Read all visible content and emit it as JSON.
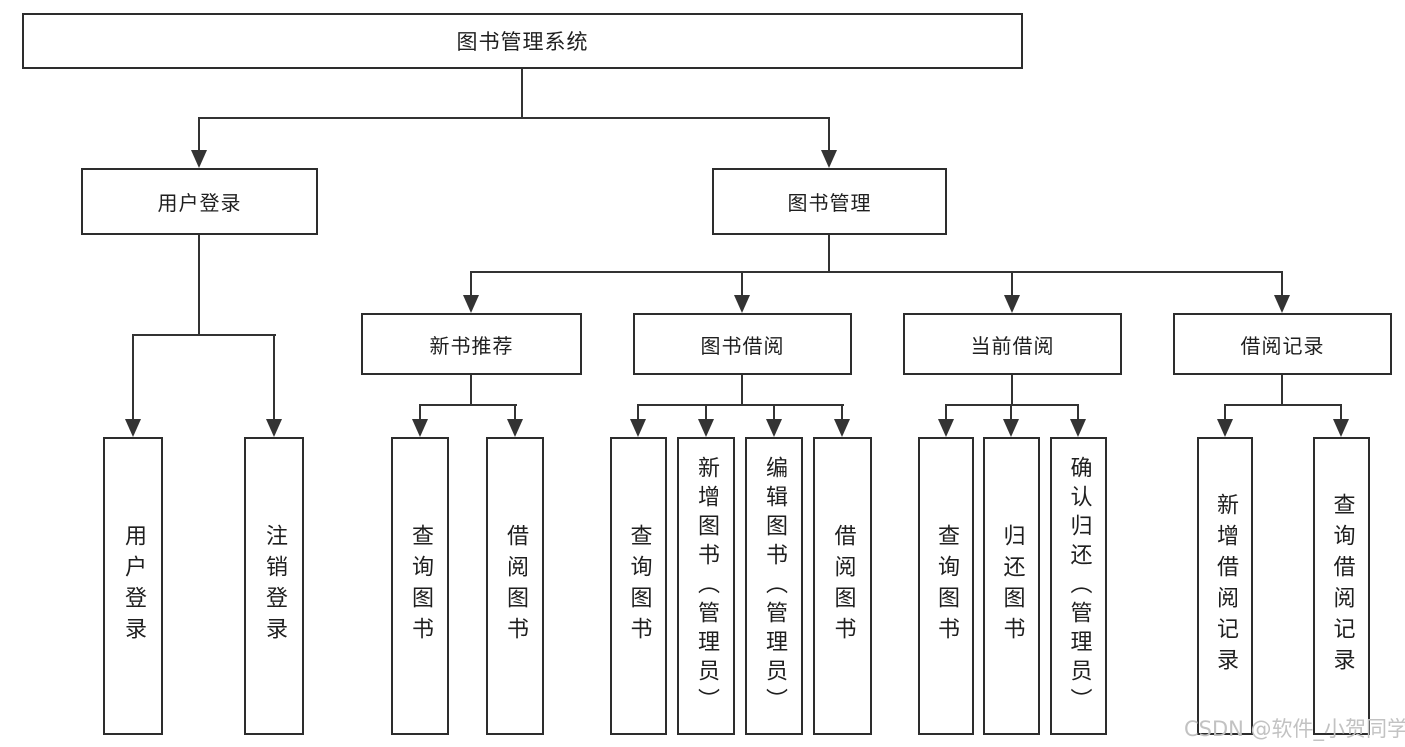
{
  "diagram": {
    "root": {
      "label": "图书管理系统"
    },
    "branches": [
      {
        "label": "用户登录",
        "children": [
          {
            "label": "用户登录"
          },
          {
            "label": "注销登录"
          }
        ]
      },
      {
        "label": "图书管理",
        "children": [
          {
            "label": "新书推荐",
            "children": [
              {
                "label": "查询图书"
              },
              {
                "label": "借阅图书"
              }
            ]
          },
          {
            "label": "图书借阅",
            "children": [
              {
                "label": "查询图书"
              },
              {
                "label": "新增图书（管理员）"
              },
              {
                "label": "编辑图书（管理员）"
              },
              {
                "label": "借阅图书"
              }
            ]
          },
          {
            "label": "当前借阅",
            "children": [
              {
                "label": "查询图书"
              },
              {
                "label": "归还图书"
              },
              {
                "label": "确认归还（管理员）"
              }
            ]
          },
          {
            "label": "借阅记录",
            "children": [
              {
                "label": "新增借阅记录"
              },
              {
                "label": "查询借阅记录"
              }
            ]
          }
        ]
      }
    ]
  },
  "watermark": {
    "text": "CSDN @软件_小贺同学"
  },
  "colors": {
    "line": "#333333",
    "border": "#2d2d2d",
    "text": "#1f1f1f",
    "watermark": "#c2c2c2",
    "background": "#ffffff"
  }
}
